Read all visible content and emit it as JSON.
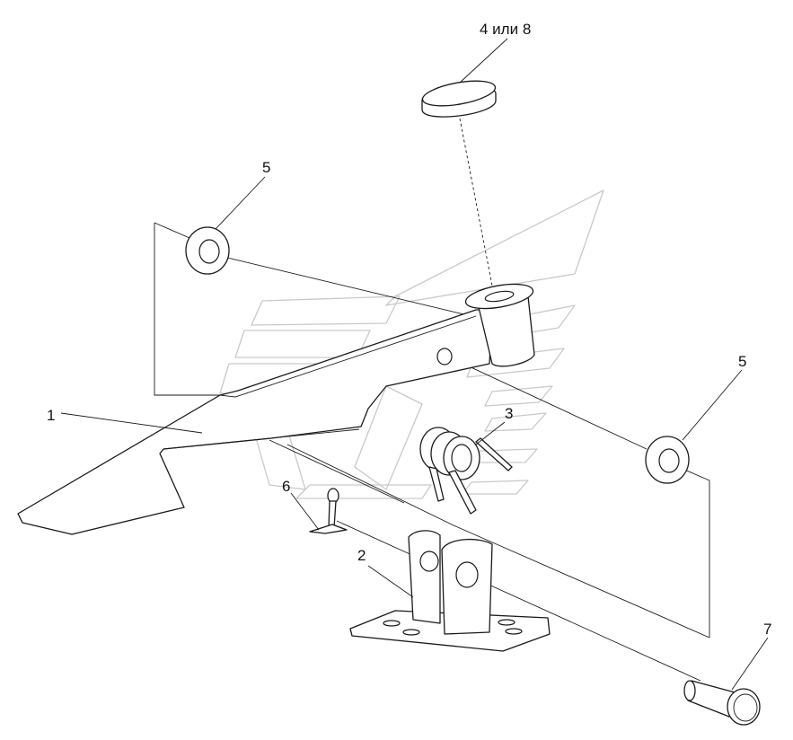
{
  "diagram": {
    "callouts": [
      {
        "id": "c1",
        "text": "1"
      },
      {
        "id": "c2",
        "text": "2"
      },
      {
        "id": "c3",
        "text": "3"
      },
      {
        "id": "c4",
        "text": "4 или 8"
      },
      {
        "id": "c5a",
        "text": "5"
      },
      {
        "id": "c5b",
        "text": "5"
      },
      {
        "id": "c6",
        "text": "6"
      },
      {
        "id": "c7",
        "text": "7"
      }
    ],
    "line_color": "#1a1a1a",
    "watermark_color": "#c9c9c9"
  }
}
